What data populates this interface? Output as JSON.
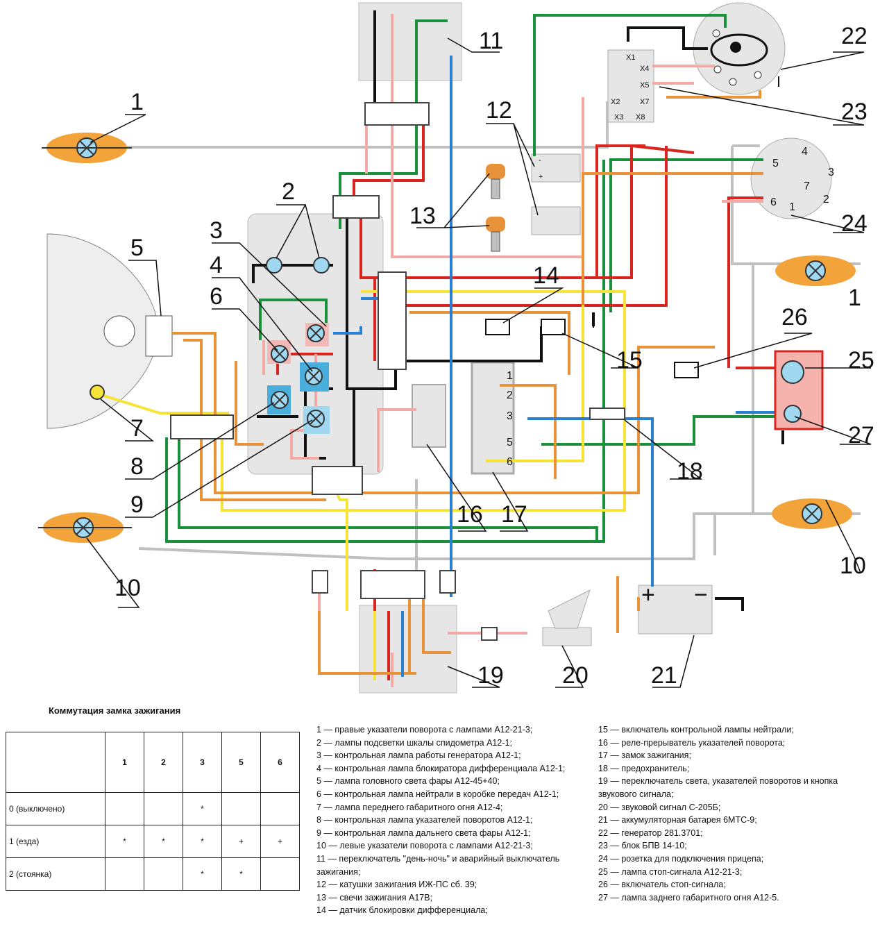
{
  "diagram": {
    "callouts": [
      "1",
      "2",
      "3",
      "4",
      "5",
      "6",
      "7",
      "8",
      "9",
      "10",
      "11",
      "12",
      "13",
      "14",
      "15",
      "16",
      "17",
      "18",
      "19",
      "20",
      "21",
      "22",
      "23",
      "24",
      "25",
      "26",
      "27"
    ],
    "ignition_pins": [
      "1",
      "2",
      "3",
      "5",
      "6"
    ],
    "bpv_pins": [
      "X1",
      "X2",
      "X3",
      "X4",
      "X5",
      "X7",
      "X8"
    ],
    "socket_pins": [
      "1",
      "2",
      "3",
      "4",
      "5",
      "6",
      "7"
    ],
    "battery_plus": "+",
    "battery_minus": "−",
    "coil_plus": "+",
    "coil_minus": "-",
    "colors": {
      "green": "#1a8f3c",
      "red": "#d9251d",
      "black": "#111111",
      "pink": "#f3a9a6",
      "yellow": "#f7e43a",
      "orange": "#e8923a",
      "blue": "#2a7fd0",
      "gray": "#bdbdbd",
      "lamp_orange": "#f2a33a",
      "lamp_blue": "#9fd8f0",
      "headlight": "#8ac8ec",
      "panel": "#e6e6e6"
    }
  },
  "switch_table": {
    "title": "Коммутация замка зажигания",
    "columns": [
      "1",
      "2",
      "3",
      "5",
      "6"
    ],
    "rows": [
      {
        "label": "0 (выключено)",
        "cells": [
          "",
          "",
          "*",
          "",
          ""
        ]
      },
      {
        "label": "1 (езда)",
        "cells": [
          "*",
          "*",
          "*",
          "+",
          "+"
        ]
      },
      {
        "label": "2 (стоянка)",
        "cells": [
          "",
          "",
          "*",
          "*",
          ""
        ]
      }
    ]
  },
  "legend_left": [
    "1 — правые указатели поворота с лампами А12-21-3;",
    "2 — лампы подсветки шкалы спидометра А12-1;",
    "3 — контрольная лампа работы генератора А12-1;",
    "4 — контрольная лампа блокиратора дифференциала А12-1;",
    "5 — лампа головного света фары А12-45+40;",
    "6 — контрольная лампа нейтрали в коробке передач А12-1;",
    "7 — лампа переднего габаритного огня А12-4;",
    "8 — контрольная лампа указателей поворотов А12-1;",
    "9 — контрольная лампа дальнего света фары А12-1;",
    "10 — левые указатели поворота с лампами А12-21-3;",
    "11 — переключатель \"день-ночь\" и аварийный выключатель зажигания;",
    "12 — катушки зажигания ИЖ-ПС сб. 39;",
    "13 — свечи зажигания А17В;",
    "14 — датчик блокировки дифференциала;"
  ],
  "legend_right": [
    "15 — включатель контрольной лампы нейтрали;",
    "16 — реле-прерыватель указателей поворота;",
    "17 — замок зажигания;",
    "18 — предохранитель;",
    "19 — переключатель света, указателей поворотов и кнопка звукового сигнала;",
    "20 — звуковой сигнал С-205Б;",
    "21 — аккумуляторная батарея 6МТС-9;",
    "22 — генератор 281.3701;",
    "23 — блок БПВ 14-10;",
    "24 — розетка для подключения прицепа;",
    "25 — лампа стоп-сигнала А12-21-3;",
    "26 — включатель стоп-сигнала;",
    "27 — лампа заднего габаритного огня А12-5."
  ]
}
